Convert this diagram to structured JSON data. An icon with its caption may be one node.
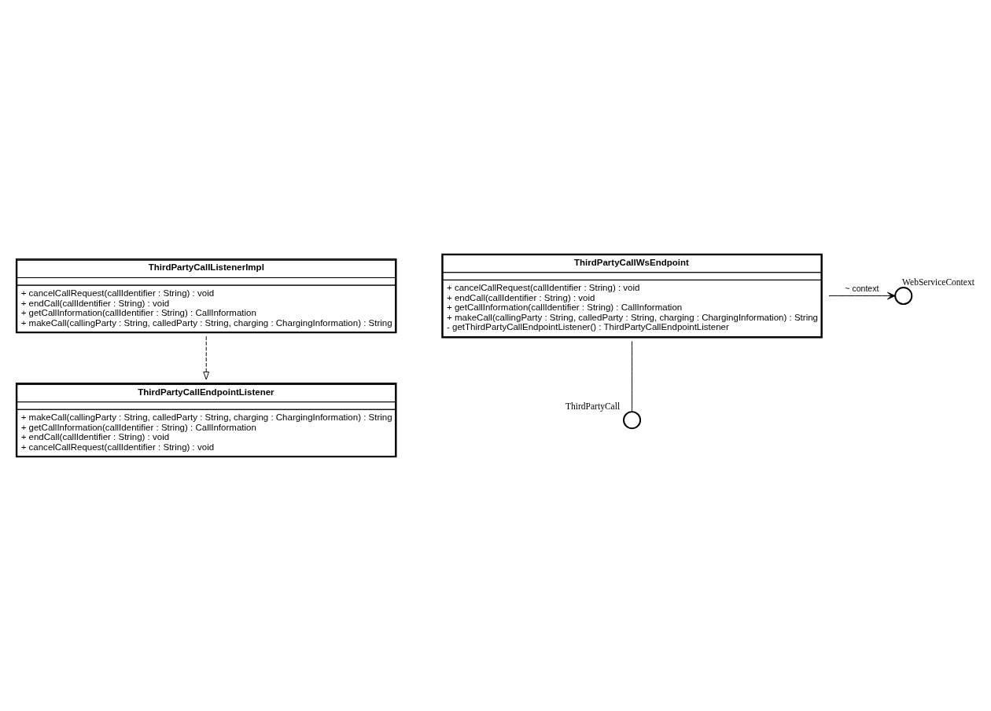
{
  "diagram": {
    "nodes": [
      {
        "text": [
          "ThirdPartyCallEndpointListener",
          "+ makeCall(callingParty : String, calledParty : String, charging : ChargingInformation) : String",
          "+ getCallInformation(callIdentifier : String) : CallInformation",
          "+ endCall(callIdentifier : String) : void",
          "+ cancelCallRequest(callIdentifier : String) : void"
        ]
      },
      {
        "text": [
          "ThirdPartyCallListenerImpl",
          "+ cancelCallRequest(callIdentifier : String) : void",
          "+ endCall(callIdentifier : String) : void",
          "+ getCallInformation(callIdentifier : String) : CallInformation",
          "+ makeCall(callingParty : String, calledParty : String, charging : ChargingInformation) : String"
        ]
      },
      {
        "text": [
          "ThirdPartyCallWsEndpoint",
          "+ cancelCallRequest(callIdentifier : String) : void",
          "+ endCall(callIdentifier : String) : void",
          "+ getCallInformation(callIdentifier : String) : CallInformation",
          "+ makeCall(callingParty : String, calledParty : String, charging : ChargingInformation) : String",
          "- getThirdPartyCallEndpointListener() : ThirdPartyCallEndpointListener"
        ]
      },
      {
        "text": [
          "WebServiceContext"
        ]
      },
      {
        "text": [
          "ThirdPartyCall"
        ]
      }
    ],
    "edges": [
      {
        "from": 1,
        "to": 0,
        "arrow": "to",
        "style": "dashed"
      },
      {
        "from": 2,
        "to": 3,
        "arrow": "to",
        "label": "~ context"
      },
      {
        "from": 2,
        "to": 4,
        "arrow": "none"
      }
    ]
  }
}
